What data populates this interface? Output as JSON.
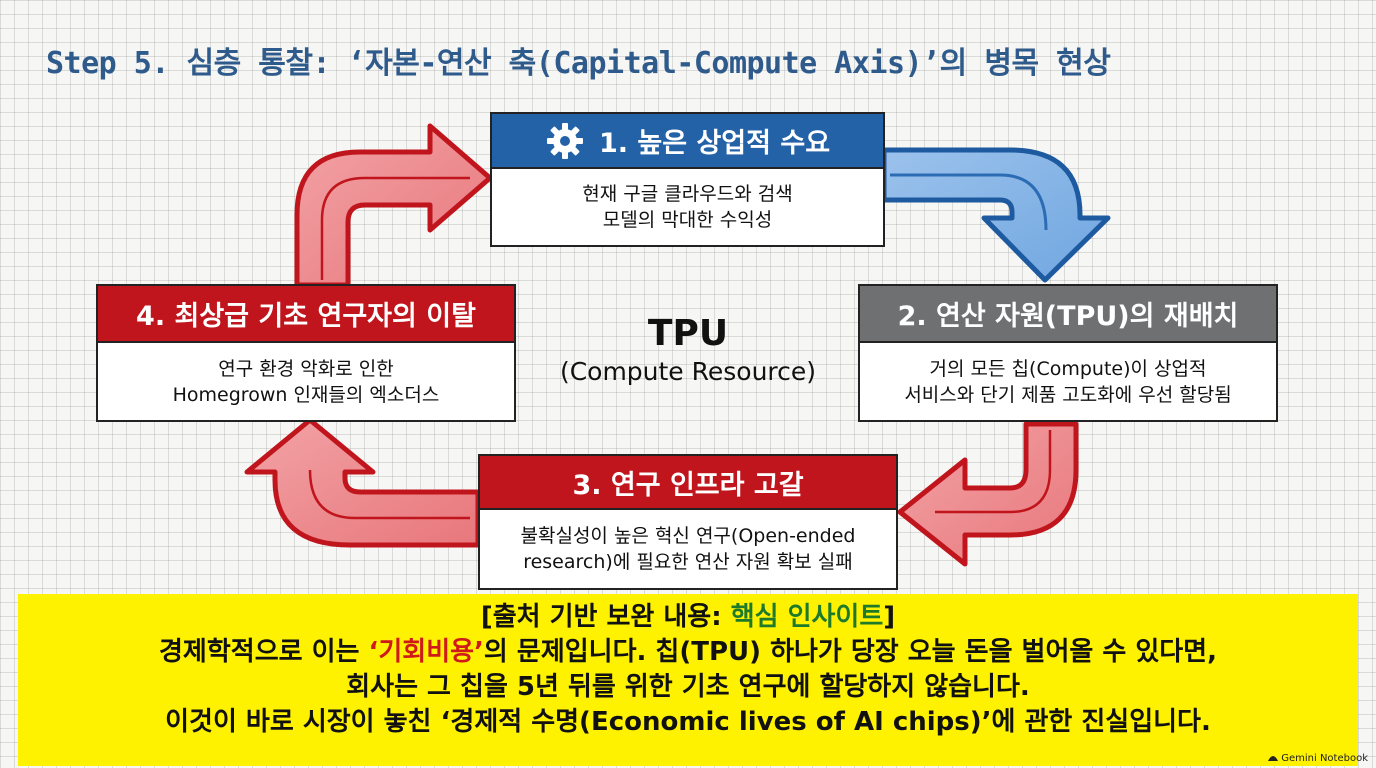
{
  "title": "Step 5. 심층 통찰: ‘자본-연산 축(Capital-Compute Axis)’의 병목 현상",
  "center": {
    "main": "TPU",
    "sub": "(Compute Resource)"
  },
  "steps": [
    {
      "title": "1. 높은 상업적 수요",
      "lines": [
        "현재 구글 클라우드와 검색",
        "모델의 막대한 수익성"
      ]
    },
    {
      "title": "2. 연산 자원(TPU)의 재배치",
      "lines": [
        "거의 모든 칩(Compute)이 상업적",
        "서비스와 단기 제품 고도화에 우선 할당됨"
      ]
    },
    {
      "title": "3. 연구 인프라 고갈",
      "lines": [
        "불확실성이 높은 혁신 연구(Open-ended",
        "research)에 필요한 연산 자원 확보 실패"
      ]
    },
    {
      "title": "4. 최상급 기초 연구자의 이탈",
      "lines": [
        "연구 환경 악화로 인한",
        "Homegrown 인재들의 엑소더스"
      ]
    }
  ],
  "callout": {
    "heading_prefix": "[출처 기반 보완 내용: ",
    "heading_highlight": "핵심 인사이트",
    "heading_suffix": "]",
    "line1_prefix": "경제학적으로 이는 ",
    "line1_highlight": "‘기회비용’",
    "line1_suffix": "의 문제입니다. 칩(TPU) 하나가 당장 오늘 돈을 벌어올 수 있다면,",
    "line2": "회사는 그 칩을 5년 뒤를 위한 기초 연구에 할당하지 않습니다.",
    "line3": "이것이 바로 시장이 놓친 ‘경제적 수명(Economic lives of AI chips)’에 관한 진실입니다."
  },
  "watermark": "Gemini Notebook",
  "colors": {
    "red": "#c0151c",
    "blue": "#2462a8",
    "gray": "#6f7072",
    "title": "#2f5b8c",
    "callout_bg": "#fff200"
  }
}
